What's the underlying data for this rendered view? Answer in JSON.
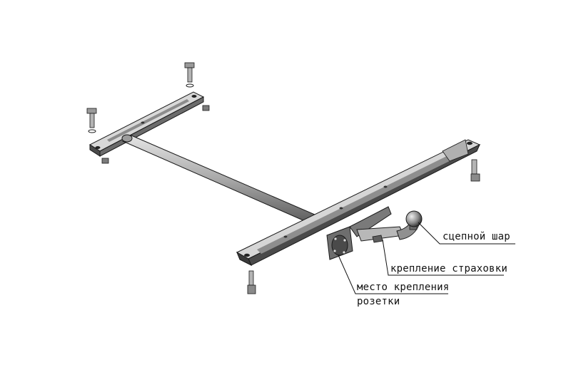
{
  "callouts": {
    "hitch_ball": "сцепной шар",
    "safety_mount": "крепление страховки",
    "socket_mount_line1": "место крепления",
    "socket_mount_line2": "розетки"
  },
  "colors": {
    "metal_light": "#d2d2d2",
    "metal_mid": "#9a9a9a",
    "metal_dark": "#3c3c3c",
    "outline": "#1a1a1a",
    "background": "#ffffff"
  }
}
